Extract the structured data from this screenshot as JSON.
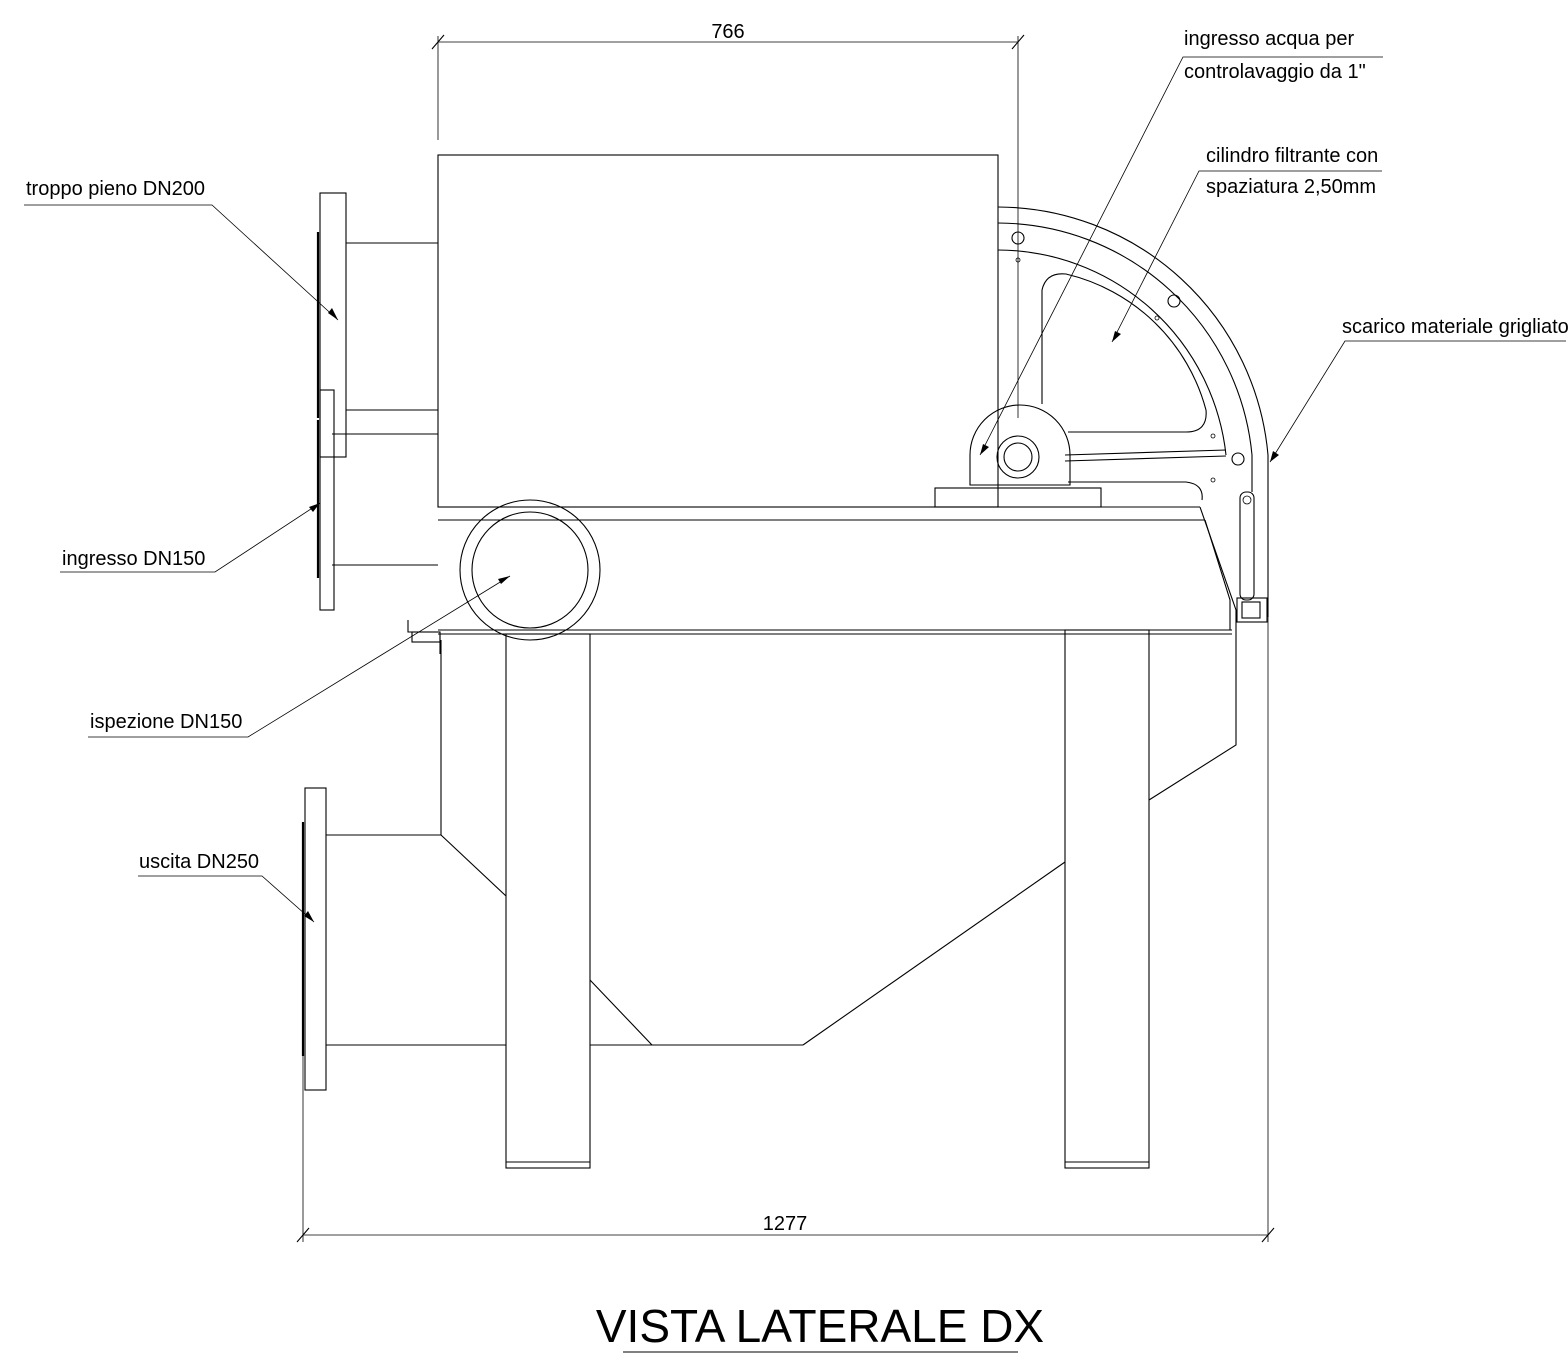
{
  "title": "VISTA LATERALE DX",
  "dimensions": {
    "top_width": "766",
    "overall_width": "1277"
  },
  "labels": {
    "troppo_pieno": "troppo pieno DN200",
    "ingresso": "ingresso DN150",
    "ispezione": "ispezione DN150",
    "uscita": "uscita DN250",
    "acqua_line1": "ingresso acqua per",
    "acqua_line2": "controlavaggio da 1\"",
    "cilindro_line1": "cilindro filtrante con",
    "cilindro_line2": "spaziatura 2,50mm",
    "scarico": "scarico materiale grigliato"
  }
}
